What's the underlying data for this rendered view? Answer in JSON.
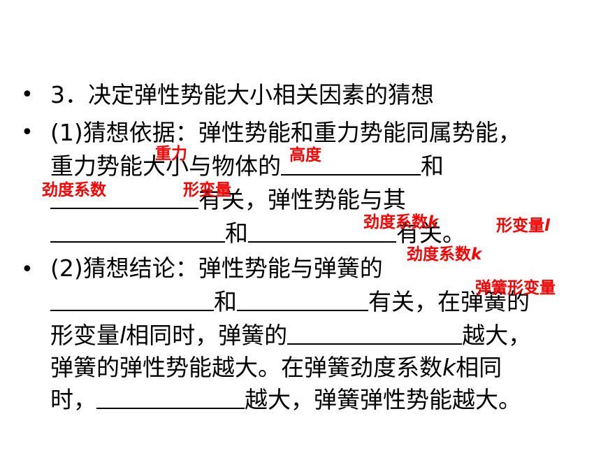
{
  "bullets": {
    "b1": "3．决定弹性势能大小相关因素的猜想",
    "b2_l1": "(1)猜想依据：弹性势能和重力势能同属势能，",
    "b2_l2a": "重力势能大小与物体的",
    "b2_l2b": "和",
    "b2_l3a": "有关，弹性势能与其",
    "b2_l4a": "和",
    "b2_l4b": "有关。",
    "b3_l1": "(2)猜想结论：弹性势能与弹簧的",
    "b3_l2a": "和",
    "b3_l2b": "有关，在弹簧的",
    "b3_l3a": "形变量",
    "b3_l3var": "l",
    "b3_l3b": "相同时，弹簧的",
    "b3_l3c": "越大，",
    "b3_l4a": "弹簧的弹性势能越大。在弹簧劲度系数",
    "b3_l4var": "k",
    "b3_l4b": "相同",
    "b3_l5a": "时，",
    "b3_l5b": "越大，弹簧弹性势能越大。"
  },
  "answers": {
    "a1": "重力",
    "a2": "高度",
    "a3": "劲度系数",
    "a4": "形变量",
    "a5": "劲度系数",
    "a5var": "k",
    "a6": "形变量",
    "a6var": "l",
    "a7": "劲度系数",
    "a7var": "k",
    "a8": "弹簧形变量"
  }
}
